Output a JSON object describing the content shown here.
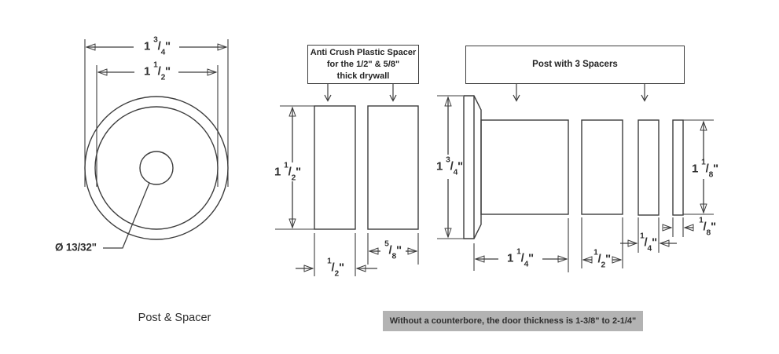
{
  "colors": {
    "line": "#3d3d3d",
    "text": "#2f2f2f",
    "note_bar_bg": "#b3b3b3"
  },
  "front_view": {
    "outer_diameter_label": "1 3/4\"",
    "inner_diameter_label": "1 1/2\"",
    "hole_diameter_label": "Ø 13/32\"",
    "caption": "Post & Spacer"
  },
  "spacer_view": {
    "callout": {
      "line1": "Anti Crush Plastic Spacer",
      "line2": "for the 1/2\" & 5/8\"",
      "line3": "thick drywall"
    },
    "height_label": "1 1/2\"",
    "spacer1_width_label": "1/2\"",
    "spacer2_width_label": "5/8\""
  },
  "post_view": {
    "callout": {
      "line1": "Post with 3 Spacers"
    },
    "flange_height_label": "1 3/4\"",
    "post_length_label": "1 1/4\"",
    "spacer1_width_label": "1/2\"",
    "spacer2_width_label": "1/4\"",
    "spacer3_width_label": "1/8\"",
    "spacer_height_label": "1 1/8\""
  },
  "note": "Without a counterbore, the door thickness is 1-3/8\" to 2-1/4\""
}
